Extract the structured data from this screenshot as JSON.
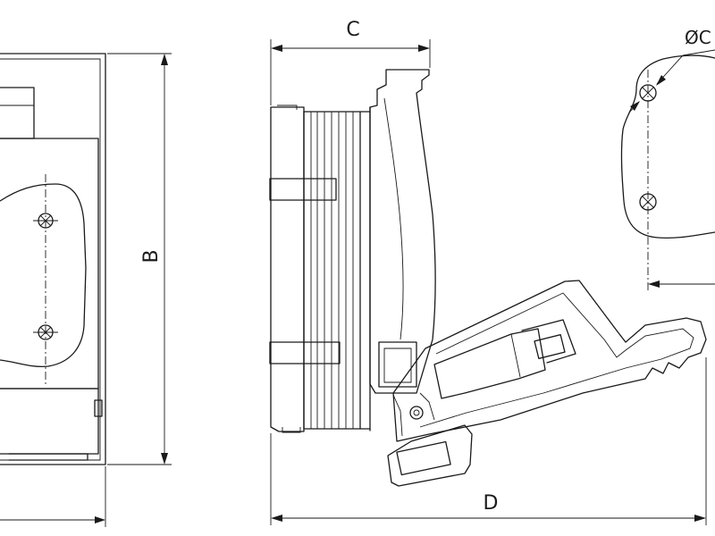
{
  "dimension_labels": {
    "height": "B",
    "depth": "C",
    "hole_diameter": "ØC",
    "open_depth": "D"
  },
  "views": [
    "front-view",
    "side-view",
    "mounting-hole-view"
  ]
}
